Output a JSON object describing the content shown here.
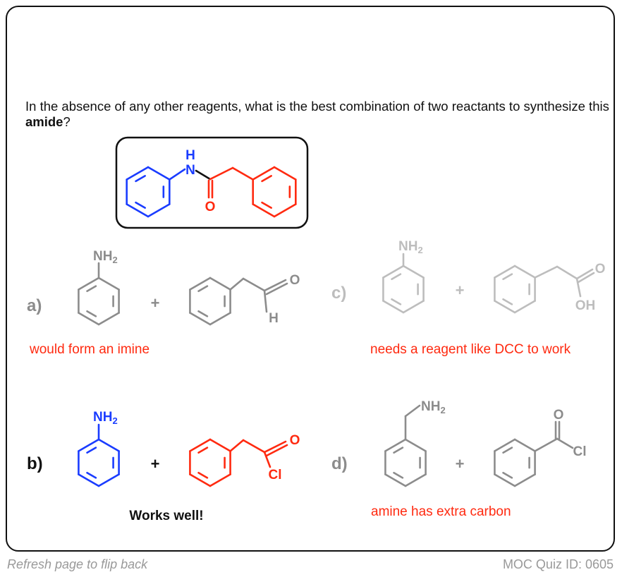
{
  "question": {
    "text_before": "In the absence of any other reagents, what is the best combination of two reactants to synthesize this ",
    "bold_word": "amide",
    "text_after": "?"
  },
  "target": {
    "n_label": "N",
    "h_label": "H",
    "o_label": "O"
  },
  "options": [
    {
      "label": "a)",
      "reactant1_group": "NH",
      "reactant1_sub": "2",
      "plus": "+",
      "reactant2_o": "O",
      "reactant2_h": "H",
      "comment": "would form an imine"
    },
    {
      "label": "b)",
      "reactant1_group": "NH",
      "reactant1_sub": "2",
      "plus": "+",
      "reactant2_o": "O",
      "reactant2_cl": "Cl",
      "comment": "Works well!"
    },
    {
      "label": "c)",
      "reactant1_group": "NH",
      "reactant1_sub": "2",
      "plus": "+",
      "reactant2_o": "O",
      "reactant2_oh": "OH",
      "comment": "needs a reagent like DCC to work"
    },
    {
      "label": "d)",
      "reactant1_group": "NH",
      "reactant1_sub": "2",
      "plus": "+",
      "reactant2_o": "O",
      "reactant2_cl": "Cl",
      "comment": "amine has extra carbon"
    }
  ],
  "footer": {
    "left": "Refresh page to flip back",
    "right": "MOC Quiz ID: 0605"
  },
  "colors": {
    "blue": "#1a3cff",
    "red": "#ff2a10",
    "gray": "#8c8c8c",
    "lightgray": "#bdbdbd"
  }
}
